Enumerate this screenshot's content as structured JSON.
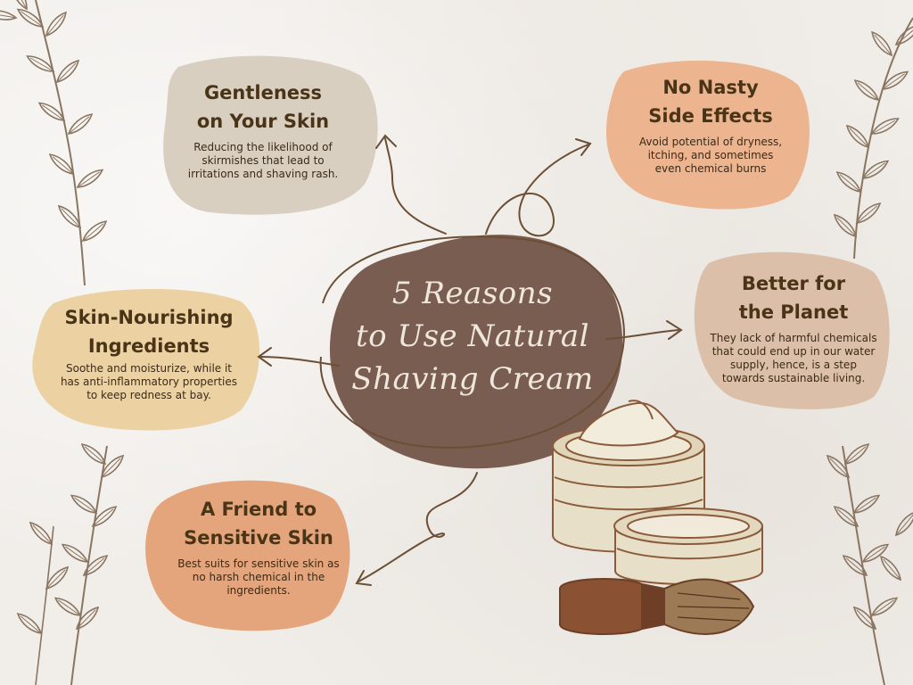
{
  "center": {
    "title_line1": "5 Reasons",
    "title_line2": "to Use Natural",
    "title_line3": "Shaving Cream"
  },
  "reasons": [
    {
      "title_line1": "Gentleness",
      "title_line2": "on Your Skin",
      "body": "Reducing the likelihood of skirmishes that lead to irritations and shaving rash.",
      "color": "#d9cfc0"
    },
    {
      "title_line1": "No Nasty",
      "title_line2": "Side Effects",
      "body": "Avoid potential of dryness, itching, and sometimes even chemical burns",
      "color": "#ecb48f"
    },
    {
      "title_line1": "Skin-Nourishing",
      "title_line2": "Ingredients",
      "body": "Soothe and moisturize, while it has anti-inflammatory properties to keep redness at bay.",
      "color": "#ecd2a3"
    },
    {
      "title_line1": "Better for",
      "title_line2": "the Planet",
      "body": "They lack of harmful chemicals that could end up in our water supply, hence, is a step towards sustainable living.",
      "color": "#dcbfa8"
    },
    {
      "title_line1": "A Friend to",
      "title_line2": "Sensitive Skin",
      "body": "Best suits for sensitive skin as no harsh chemical in the ingredients.",
      "color": "#e4a57c"
    }
  ],
  "colors": {
    "center_blob": "#7a5d51",
    "arrow": "#6b4f35",
    "leaf": "#8a7560",
    "title_text": "#4a3418"
  },
  "icons": {
    "cream_jar": "cream-jar-icon",
    "shaving_brush": "shaving-brush-icon",
    "leaf_branch": "leaf-branch-icon"
  }
}
